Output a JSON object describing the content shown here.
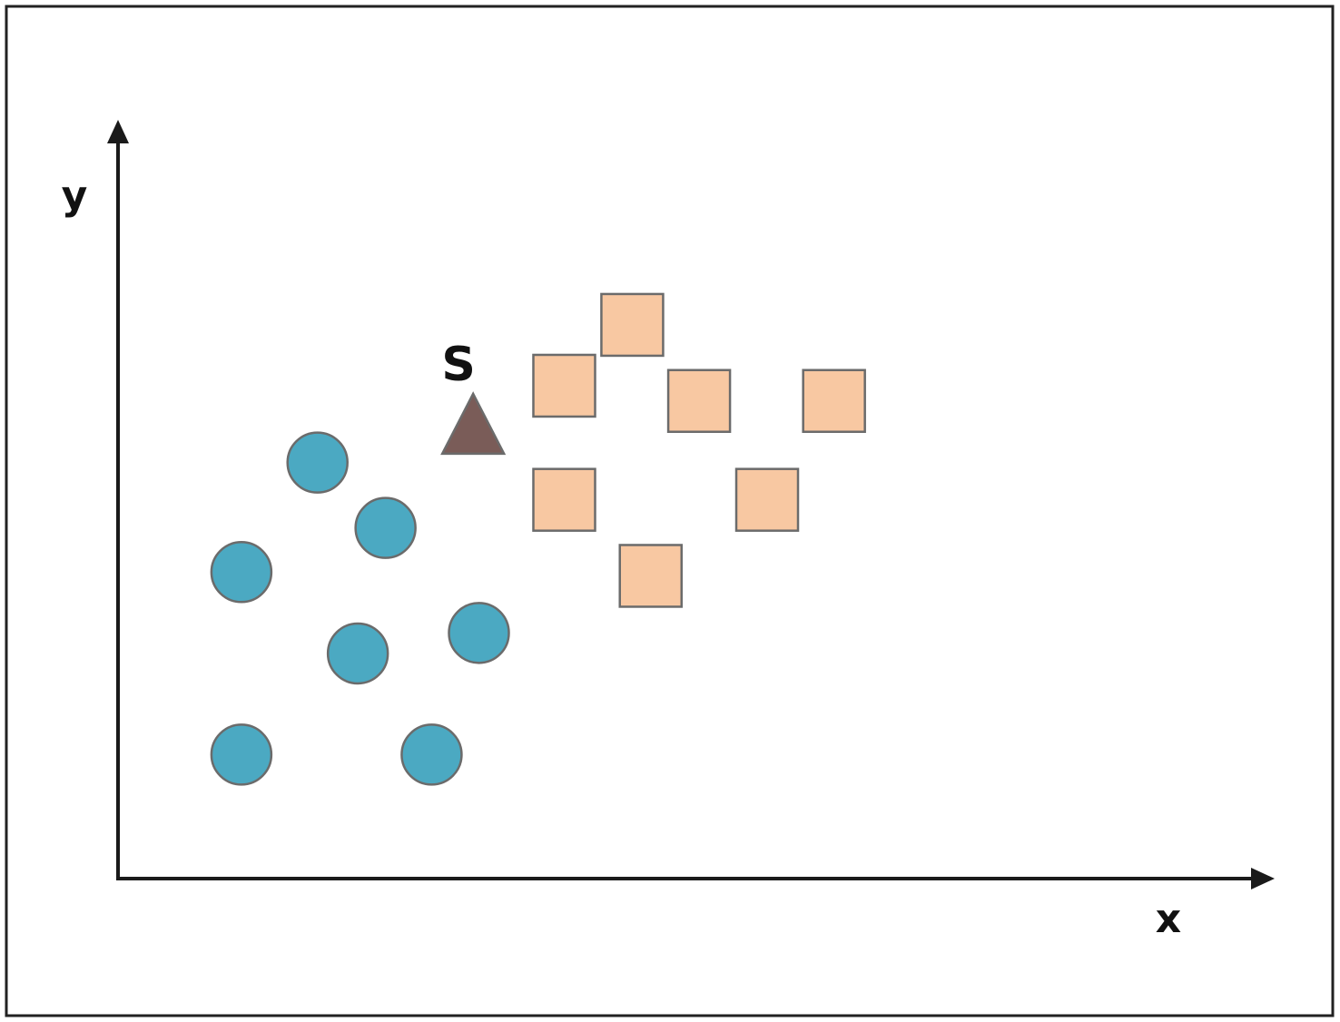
{
  "chart_data": {
    "type": "scatter",
    "title": "",
    "xlabel": "x",
    "ylabel": "y",
    "ticks": false,
    "grid": false,
    "xlim": [
      0,
      10
    ],
    "ylim": [
      0,
      10
    ],
    "series": [
      {
        "marker": "circle",
        "color": "#4ba9c2",
        "points": [
          [
            1.73,
            5.47
          ],
          [
            2.32,
            4.61
          ],
          [
            1.07,
            4.03
          ],
          [
            2.08,
            2.96
          ],
          [
            3.13,
            3.23
          ],
          [
            1.07,
            1.63
          ],
          [
            2.72,
            1.63
          ]
        ]
      },
      {
        "marker": "square",
        "color": "#f8c8a2",
        "points": [
          [
            4.46,
            7.28
          ],
          [
            3.87,
            6.48
          ],
          [
            5.04,
            6.28
          ],
          [
            6.21,
            6.28
          ],
          [
            3.87,
            4.98
          ],
          [
            5.63,
            4.98
          ],
          [
            4.62,
            3.98
          ]
        ]
      },
      {
        "marker": "triangle",
        "color": "#7a5c58",
        "points": [
          [
            3.08,
            5.98
          ]
        ],
        "label": "S"
      }
    ]
  }
}
